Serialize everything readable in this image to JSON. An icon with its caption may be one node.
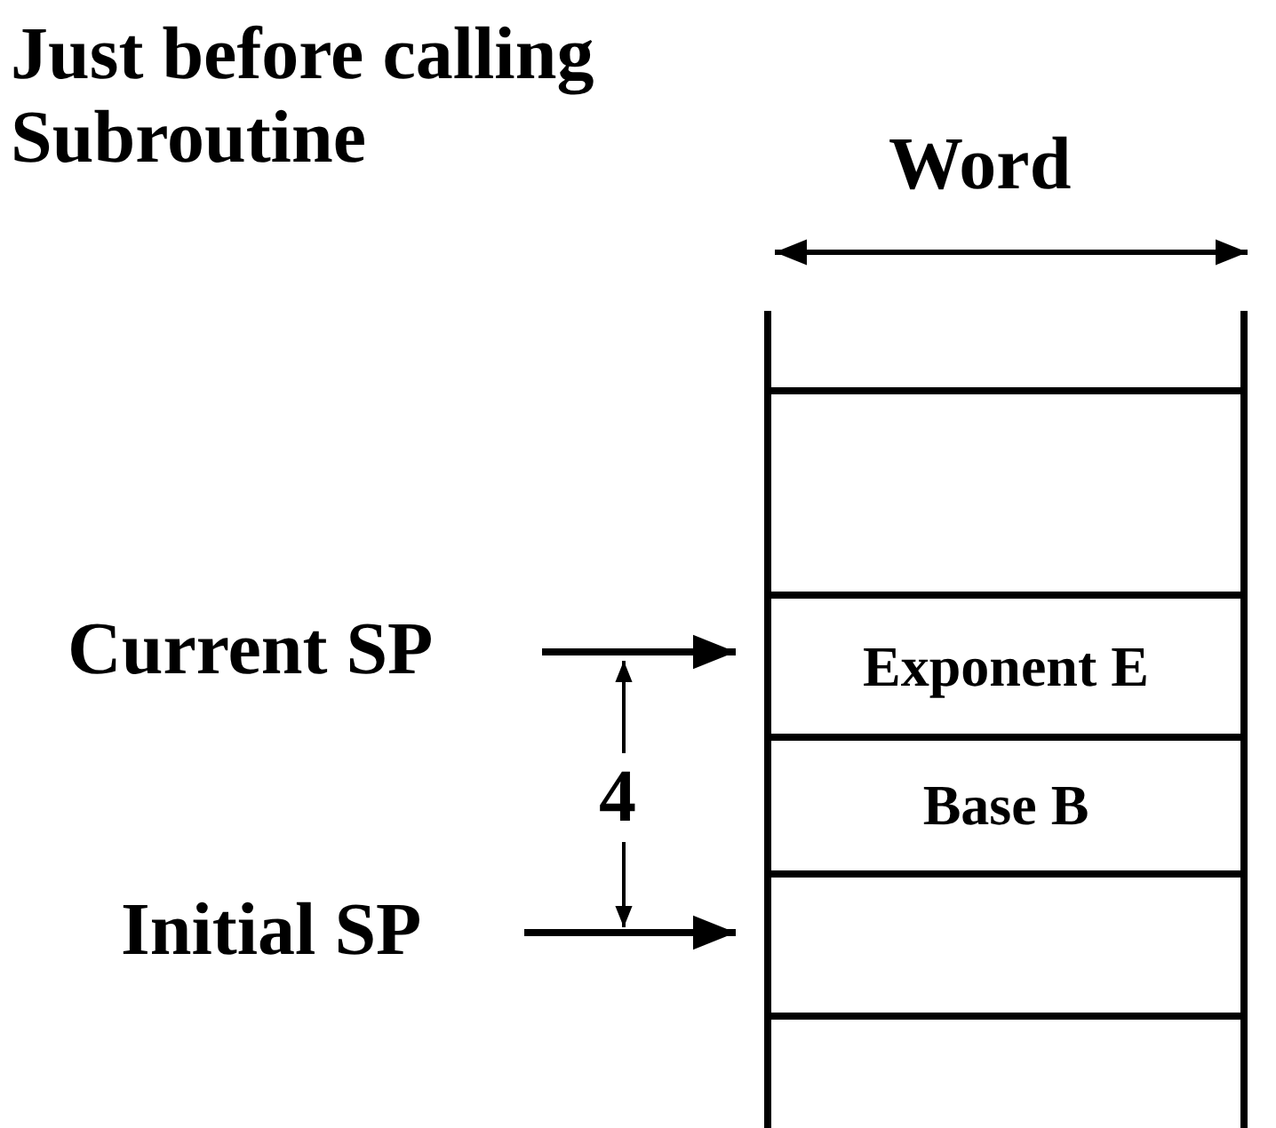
{
  "diagram": {
    "title": "Just before calling Subroutine",
    "nodes": [
      {
        "text": [],
        "shape": "box"
      },
      {
        "text": [
          "Exponent E"
        ]
      },
      {
        "text": [
          "Base B"
        ]
      },
      {
        "text": [],
        "shape": "box"
      },
      {
        "text": [
          "Current SP"
        ]
      },
      {
        "text": [
          "Initial SP"
        ]
      }
    ],
    "edges": [
      {
        "from": 4,
        "to": 1,
        "arrow": "to"
      },
      {
        "from": 5,
        "to": 3,
        "arrow": "to"
      }
    ],
    "labels": [
      "Word",
      "4"
    ]
  }
}
